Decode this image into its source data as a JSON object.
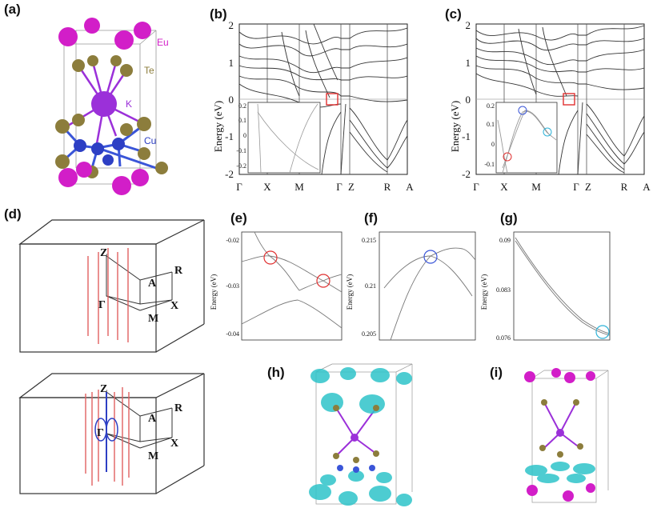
{
  "panels": {
    "a": "(a)",
    "b": "(b)",
    "c": "(c)",
    "d": "(d)",
    "e": "(e)",
    "f": "(f)",
    "g": "(g)",
    "h": "(h)",
    "i": "(i)"
  },
  "atoms": {
    "eu": "Eu",
    "te": "Te",
    "k": "K",
    "cu": "Cu"
  },
  "colors": {
    "eu": "#d21ec8",
    "te": "#8c7d3c",
    "k": "#9b30d9",
    "cu": "#2d3fc4",
    "orbital": "#2ec4c9",
    "red": "#e03030",
    "blue": "#3a55d8",
    "cyan": "#2fb3d8"
  },
  "band": {
    "ylabel": "Energy (eV)",
    "yticks": [
      "2",
      "1",
      "0",
      "-1",
      "-2"
    ],
    "kpoints": [
      "Γ",
      "X",
      "M",
      "Γ",
      "Z",
      "R",
      "A"
    ],
    "inset_yticks": [
      "0.2",
      "0.1",
      "0",
      "-0.1",
      "-0.2"
    ],
    "inset_c_yticks": [
      "0.2",
      "0.1",
      "0",
      "-0.1"
    ]
  },
  "zoom": {
    "ylabel": "Energy (eV)",
    "e_yticks": [
      "-0.02",
      "-0.03",
      "-0.04"
    ],
    "f_yticks": [
      "0.215",
      "0.21",
      "0.205"
    ],
    "g_yticks": [
      "0.09",
      "0.083",
      "0.076"
    ]
  },
  "bz": {
    "z": "Z",
    "a": "A",
    "r": "R",
    "gamma": "Γ",
    "x": "X",
    "m": "M"
  }
}
